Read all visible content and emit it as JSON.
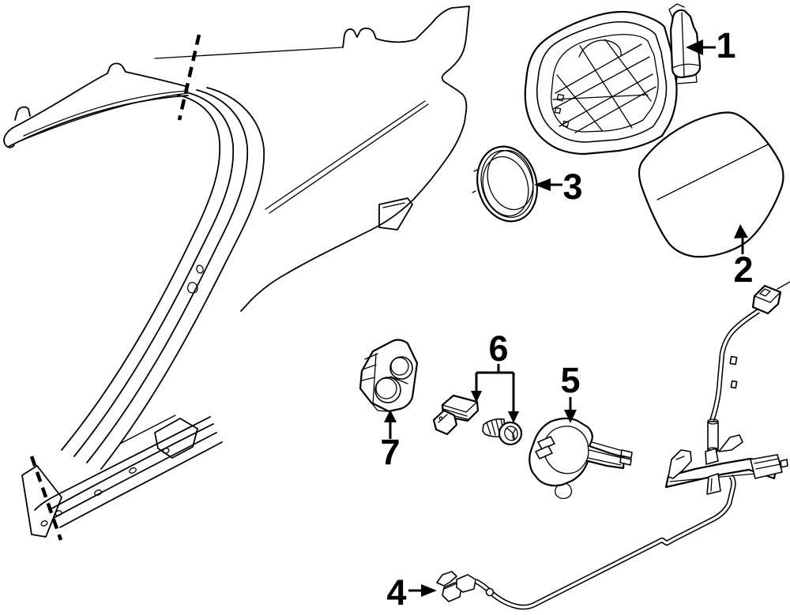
{
  "diagram": {
    "kind": "exploded-parts-line-drawing",
    "subject": "Quarter panel and fuel filler door components",
    "background_color": "#ffffff",
    "line_color": "#000000",
    "callouts": [
      {
        "label": "1",
        "part": "fuel-filler-pocket-housing"
      },
      {
        "label": "2",
        "part": "fuel-filler-door"
      },
      {
        "label": "3",
        "part": "filler-pocket-seal-ring"
      },
      {
        "label": "4",
        "part": "release-cable"
      },
      {
        "label": "5",
        "part": "fuel-door-latch"
      },
      {
        "label": "6",
        "part": "retainer-clip-and-screw"
      },
      {
        "label": "7",
        "part": "two-hole-grommet"
      }
    ]
  }
}
